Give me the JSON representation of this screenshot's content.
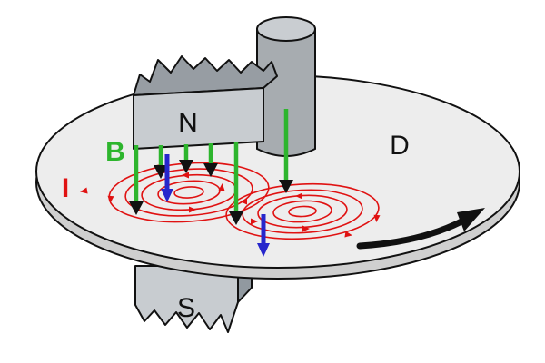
{
  "diagram": {
    "labels": {
      "magnetic_field": "B",
      "eddy_current": "I",
      "north_pole": "N",
      "south_pole": "S",
      "disc": "D"
    },
    "colors": {
      "field_line_green": "#2db52d",
      "current_red": "#e01212",
      "force_blue": "#2626cc",
      "outline_black": "#111111",
      "disc_top": "#ededed",
      "disc_rim": "#cfcfcf",
      "magnet_face": "#c8ccd0",
      "magnet_top": "#979da3",
      "magnet_side": "#9199a0",
      "axle_body": "#a7acb0",
      "axle_top": "#c9cdd1"
    }
  }
}
